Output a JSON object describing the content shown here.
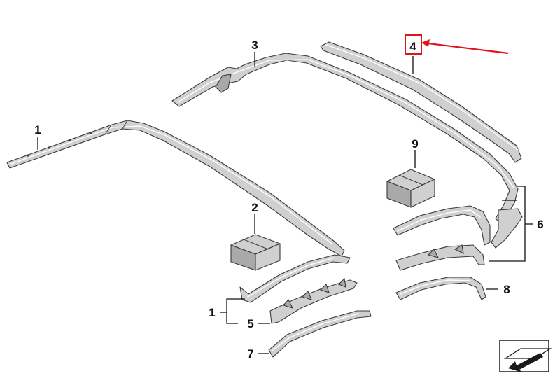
{
  "callouts": {
    "c1_top": "1",
    "c2": "2",
    "c3": "3",
    "c4": "4",
    "c9": "9",
    "c6": "6",
    "c1_bottom": "1",
    "c5": "5",
    "c7": "7",
    "c8": "8"
  },
  "colors": {
    "highlight_box": "#e0151b",
    "pointer_arrow": "#e0151b",
    "part_fill": "#d0d0d0",
    "outline": "#3a3a3a"
  },
  "icons": {
    "corner_badge": "view-direction-icon"
  }
}
